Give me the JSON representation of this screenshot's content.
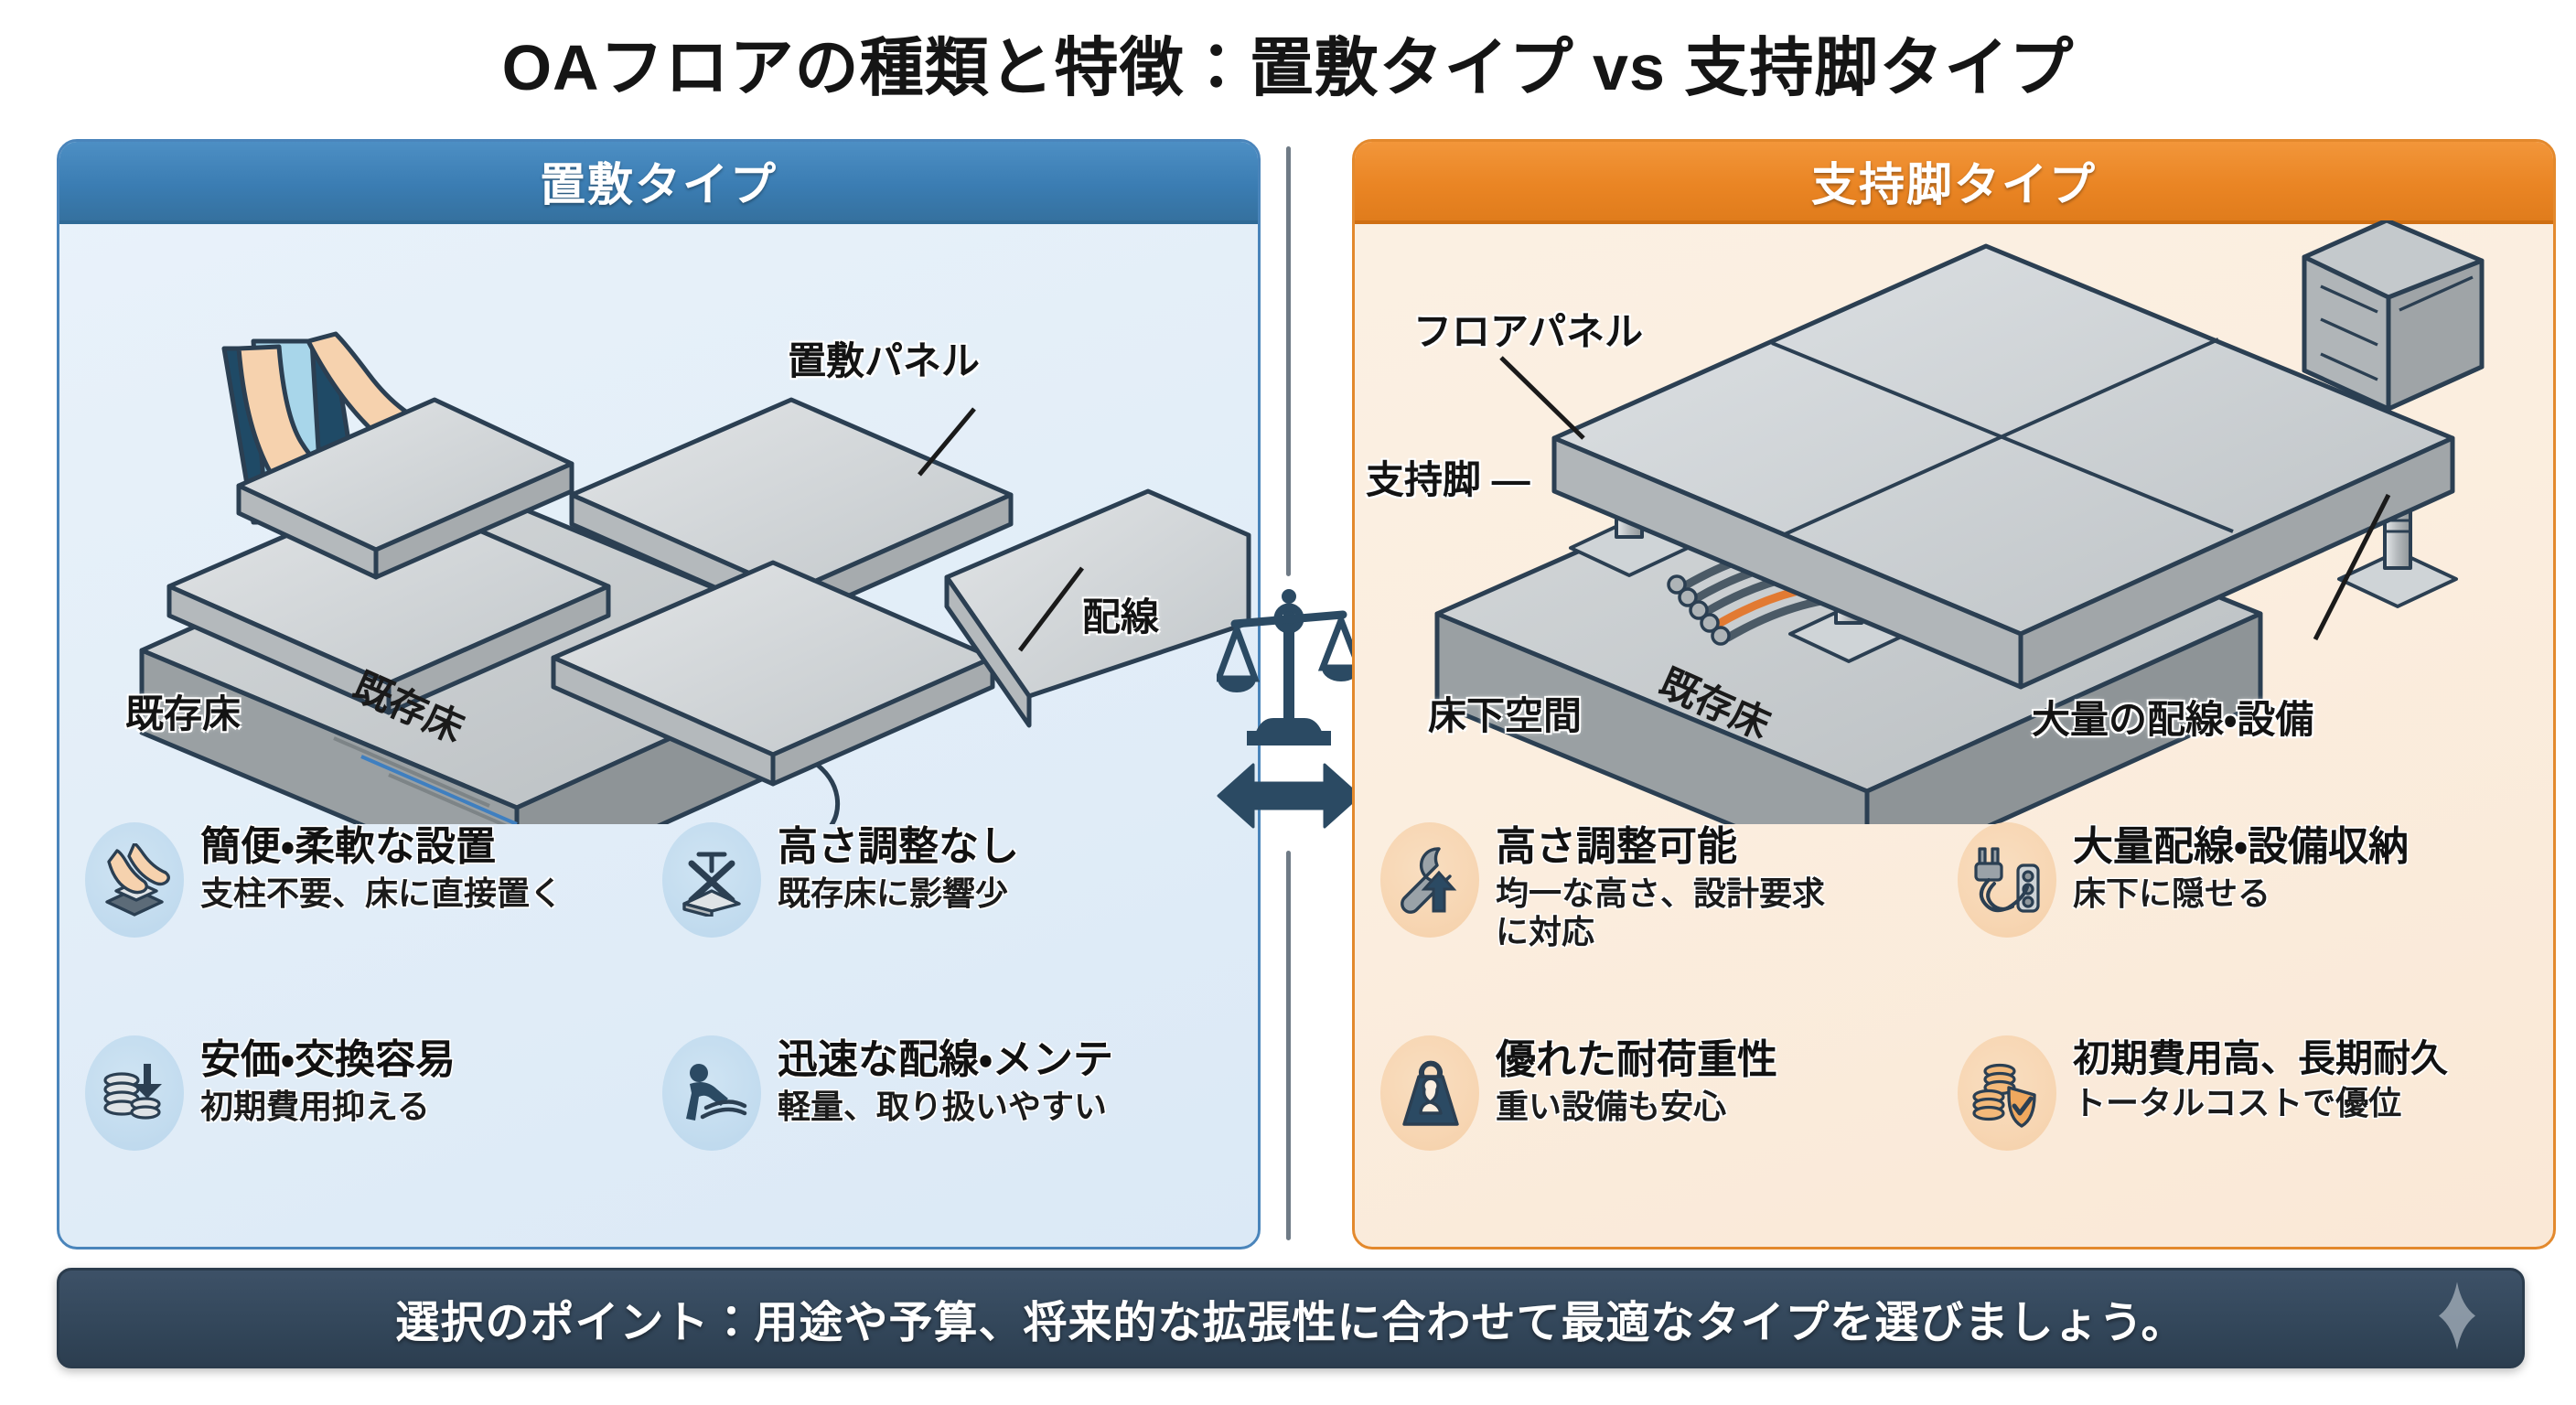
{
  "title": "OAフロアの種類と特徴：置敷タイプ vs 支持脚タイプ",
  "colors": {
    "left_accent": "#3b7db3",
    "right_accent": "#ea8524",
    "footer_bg": "#2c3e50",
    "ink": "#2b3f52"
  },
  "center": {
    "balance_icon": "balance-scale-icon",
    "arrow_icon": "double-arrow-icon"
  },
  "left_panel": {
    "header": "置敷タイプ",
    "illustration": {
      "name": "okishiki-floor-isometric-illustration",
      "labels": [
        {
          "id": "panel-label",
          "text": "置敷パネル"
        },
        {
          "id": "slab-label-face",
          "text": "既存床"
        },
        {
          "id": "slab-label-plain",
          "text": "既存床"
        },
        {
          "id": "wiring-label",
          "text": "配線"
        }
      ]
    },
    "features": [
      {
        "icon": "hands-placing-panel-icon",
        "title": "簡便・柔軟な設置",
        "sub": "支柱不要、床に直接置く"
      },
      {
        "icon": "no-height-adjust-icon",
        "title": "高さ調整なし",
        "sub": "既存床に影響少"
      },
      {
        "icon": "coins-down-arrow-icon",
        "title": "安価・交換容易",
        "sub": "初期費用抑える"
      },
      {
        "icon": "worker-cabling-icon",
        "title": "迅速な配線・メンテ",
        "sub": "軽量、取り扱いやすい"
      }
    ]
  },
  "right_panel": {
    "header": "支持脚タイプ",
    "illustration": {
      "name": "shijikyaku-floor-isometric-illustration",
      "labels": [
        {
          "id": "floor-panel-label",
          "text": "フロアパネル"
        },
        {
          "id": "pedestal-label",
          "text": "支持脚 —"
        },
        {
          "id": "slab-label-face",
          "text": "既存床"
        },
        {
          "id": "underfloor-label",
          "text": "床下空間"
        },
        {
          "id": "mass-cabling-label",
          "text": "大量の配線・設備"
        }
      ]
    },
    "features": [
      {
        "icon": "wrench-up-arrow-icon",
        "title": "高さ調整可能",
        "sub": "均一な高さ、設計要求\nに対応"
      },
      {
        "icon": "power-strip-icon",
        "title": "大量配線・設備収納",
        "sub": "床下に隠せる"
      },
      {
        "icon": "weight-load-icon",
        "title": "優れた耐荷重性",
        "sub": "重い設備も安心"
      },
      {
        "icon": "coins-shield-icon",
        "title": "初期費用高、長期耐久",
        "sub": "トータルコストで優位"
      }
    ]
  },
  "footer": {
    "text": "選択のポイント：用途や予算、将来的な拡張性に合わせて最適なタイプを選びましょう。",
    "icon": "sparkle-icon"
  }
}
